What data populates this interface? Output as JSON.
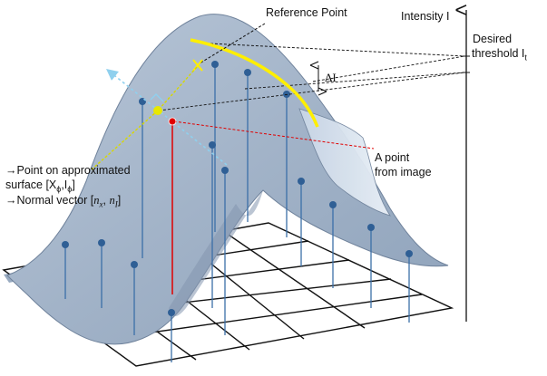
{
  "labels": {
    "reference_point": "Reference Point",
    "intensity_axis": "Intensity I",
    "desired_line1": "Desired",
    "desired_line2": "threshold I",
    "desired_sub": "t",
    "delta_i": "ΔI",
    "image_point_line1": "A point",
    "image_point_line2": "from image",
    "surface_point_line1": "→Point on approximated",
    "surface_point_line2": "surface [X",
    "surface_point_line2b": ",I",
    "surface_point_line2c": "]",
    "surface_sub": "ϕ",
    "normal_vector_line": "→Normal vector [",
    "normal_vector_nx": "n",
    "normal_vector_sx": "x",
    "normal_vector_comma": ", ",
    "normal_vector_ni": "n",
    "normal_vector_si": "I",
    "normal_vector_end": "]"
  },
  "colors": {
    "surface_fill": "#a9b9cc",
    "surface_dark": "#8c9fb6",
    "surface_edge": "#6f829b",
    "stem": "#3b6fa8",
    "contour": "#ffef00",
    "point_on_surface": "#e8e800",
    "image_point": "#e00000",
    "normal_arrow": "#8fd0ee",
    "grid": "#111111"
  },
  "icons": {
    "reference_marker": "x-mark-icon",
    "normal_arrow": "dotted-arrow-icon"
  }
}
